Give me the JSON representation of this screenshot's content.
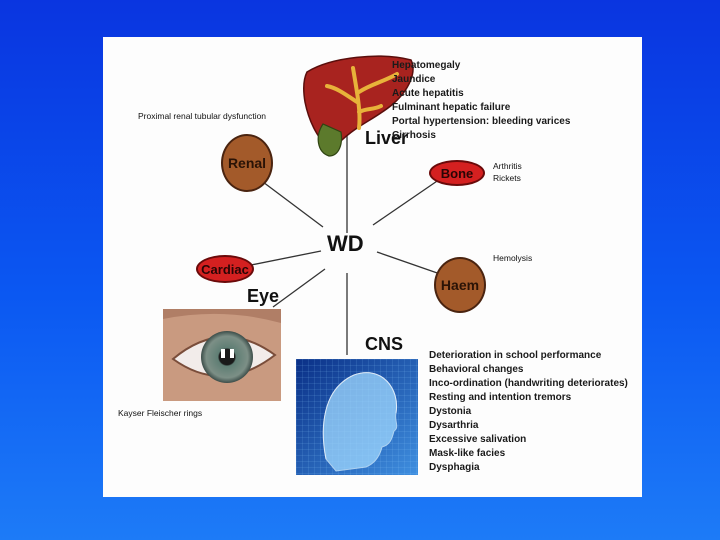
{
  "hub": "WD",
  "liver": {
    "label": "Liver",
    "items": [
      "Hepatomegaly",
      "Jaundice",
      "Acute hepatitis",
      "Fulminant hepatic failure",
      "Portal hypertension: bleeding varices",
      "Cirrhosis"
    ]
  },
  "renal": {
    "label": "Renal",
    "note": "Proximal renal tubular dysfunction"
  },
  "bone": {
    "label": "Bone",
    "items": [
      "Arthritis",
      "Rickets"
    ]
  },
  "cardiac": {
    "label": "Cardiac"
  },
  "haem": {
    "label": "Haem",
    "note": "Hemolysis"
  },
  "eye": {
    "label": "Eye",
    "note": "Kayser Fleischer rings"
  },
  "cns": {
    "label": "CNS",
    "items": [
      "Deterioration in school performance",
      "Behavioral changes",
      "Inco-ordination (handwriting deteriorates)",
      "Resting and intention tremors",
      "Dystonia",
      "Dysarthria",
      "Excessive salivation",
      "Mask-like facies",
      "Dysphagia"
    ]
  },
  "colors": {
    "background": "#0b4ff0",
    "node_brown": "#a35a2a",
    "node_red": "#d42020"
  }
}
